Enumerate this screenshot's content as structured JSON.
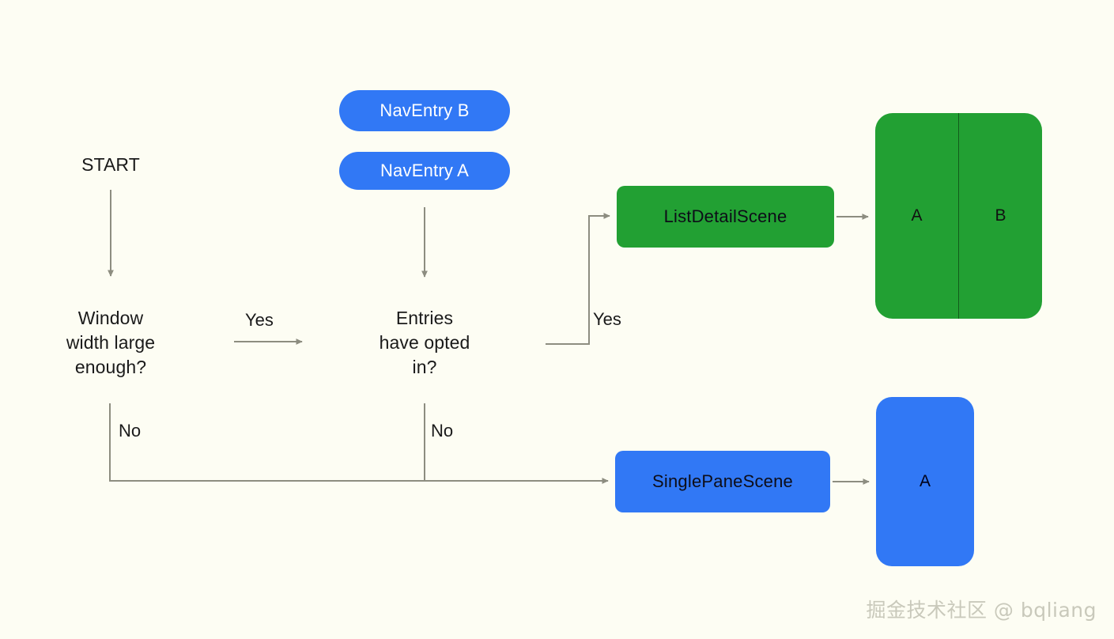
{
  "theme": {
    "background": "#fdfdf3",
    "blue": "#3178f5",
    "green": "#22a033",
    "edge": "#8d8d80",
    "text": "#1a1a1a",
    "watermark_color": "#c9c9bb"
  },
  "diagram": {
    "nodes": {
      "start": "START",
      "window_decision": "Window\nwidth large\nenough?",
      "entries_decision": "Entries\nhave opted\nin?",
      "nav_entry_b": "NavEntry B",
      "nav_entry_a": "NavEntry A",
      "list_detail_scene": "ListDetailScene",
      "single_pane_scene": "SinglePaneScene"
    },
    "edge_labels": {
      "yes_window": "Yes",
      "yes_entries": "Yes",
      "no_window": "No",
      "no_entries": "No"
    },
    "previews": {
      "two_pane": {
        "left_pane": "A",
        "right_pane": "B"
      },
      "single_pane": {
        "pane": "A"
      }
    }
  },
  "watermark": "掘金技术社区 @ bqliang"
}
